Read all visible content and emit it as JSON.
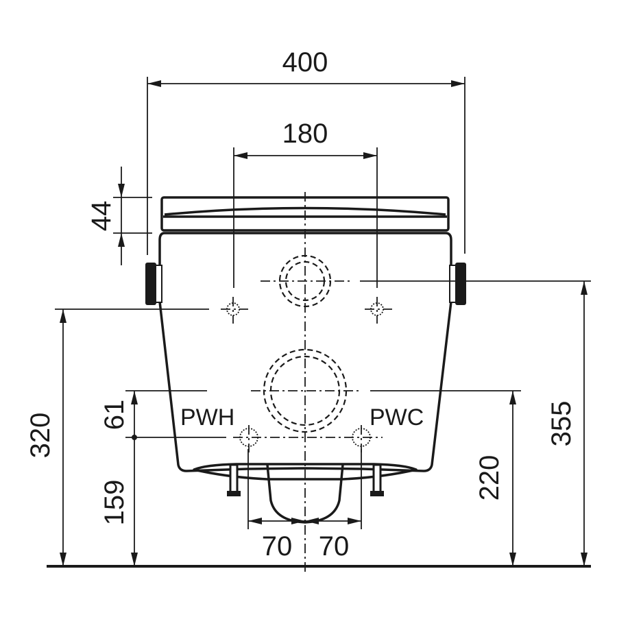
{
  "dimensions": {
    "overall_width": "400",
    "outlet_spacing": "180",
    "lid_height": "44",
    "mount_height": "320",
    "pipe_offset": "61",
    "connection_height": "159",
    "outlet_height": "220",
    "top_axis_height": "355",
    "left_offset": "70",
    "right_offset": "70"
  },
  "labels": {
    "hot_water": "PWH",
    "cold_water": "PWC"
  }
}
